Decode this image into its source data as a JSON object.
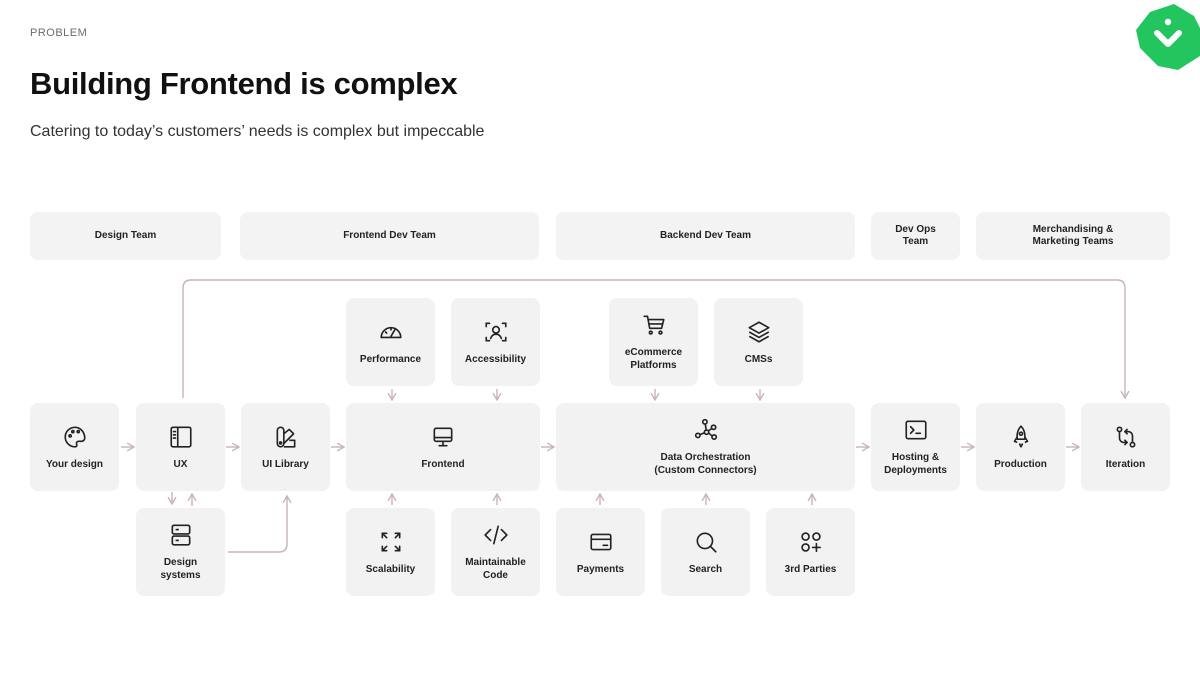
{
  "header": {
    "eyebrow": "PROBLEM",
    "title": "Building Frontend is complex",
    "subtitle": "Catering to today’s customers’ needs is complex but impeccable"
  },
  "teams": {
    "design": "Design Team",
    "frontend_dev": "Frontend Dev Team",
    "backend_dev": "Backend Dev Team",
    "devops": "Dev Ops\nTeam",
    "merch": "Merchandising &\nMarketing Teams"
  },
  "nodes": {
    "performance": "Performance",
    "accessibility": "Accessibility",
    "ecommerce": "eCommerce\nPlatforms",
    "cms": "CMSs",
    "your_design": "Your design",
    "ux": "UX",
    "ui_library": "UI Library",
    "frontend": "Frontend",
    "data_orchestration": "Data Orchestration\n(Custom Connectors)",
    "hosting": "Hosting &\nDeployments",
    "production": "Production",
    "iteration": "Iteration",
    "design_systems": "Design\nsystems",
    "scalability": "Scalability",
    "maintainable_code": "Maintainable\nCode",
    "payments": "Payments",
    "search": "Search",
    "third_parties": "3rd Parties"
  },
  "colors": {
    "accent_arrow": "#c9b3b8",
    "node_bg": "#f2f2f2",
    "logo_green": "#22c55e"
  },
  "icons": {
    "your_design": "palette-icon",
    "ux": "layout-icon",
    "ui_library": "swatch-icon",
    "frontend": "monitor-icon",
    "data_orchestration": "network-icon",
    "hosting": "terminal-icon",
    "production": "rocket-icon",
    "iteration": "git-compare-icon",
    "performance": "gauge-icon",
    "accessibility": "person-scan-icon",
    "ecommerce": "cart-icon",
    "cms": "layers-icon",
    "design_systems": "server-icon",
    "scalability": "expand-icon",
    "maintainable_code": "code-icon",
    "payments": "card-icon",
    "search": "search-icon",
    "third_parties": "grid-plus-icon"
  }
}
